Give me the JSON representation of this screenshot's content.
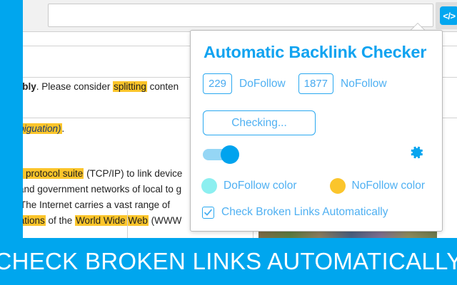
{
  "browser": {
    "url_value": "",
    "url_placeholder": "",
    "extension_button_glyph": "</>",
    "extension_icon_name": "code-brackets-icon"
  },
  "popup": {
    "title": "Automatic Backlink Checker",
    "counters": [
      {
        "value": "229",
        "label": "DoFollow"
      },
      {
        "value": "1877",
        "label": "NoFollow"
      }
    ],
    "check_button_label": "Checking...",
    "toggle": {
      "name": "highlight-toggle",
      "state": "on"
    },
    "gear_icon": "gear-icon",
    "swatches": [
      {
        "label": "DoFollow color",
        "color": "#8CEFF0"
      },
      {
        "label": "NoFollow color",
        "color": "#FBC52C"
      }
    ],
    "checkbox": {
      "label": "Check Broken Links Automatically",
      "checked": true
    }
  },
  "page_content": {
    "lines": [
      {
        "pre": "rtably",
        "bold": true,
        "mid": ". Please consider ",
        "hl": "splitting",
        "post": " conten"
      },
      {
        "pre": "mbiguation)",
        "italic": true,
        "mid": ".",
        "hl": "",
        "post": ""
      },
      {
        "pre": "",
        "mid": "",
        "hl": "et protocol suite",
        "post": " (TCP/IP) to link device"
      },
      {
        "pre": "and government networks of local to g",
        "mid": "",
        "hl": "",
        "post": ""
      },
      {
        "pre": "The Internet carries a vast range of",
        "mid": "",
        "hl": "",
        "post": ""
      },
      {
        "pre": "",
        "mid": "",
        "hl": "ications",
        "post": " of the ",
        "hl2": "World Wide Web",
        "post2": " (WWW"
      }
    ]
  },
  "banner": {
    "text": "CHECK BROKEN LINKS AUTOMATICALLY",
    "background": "#00A6EE"
  }
}
